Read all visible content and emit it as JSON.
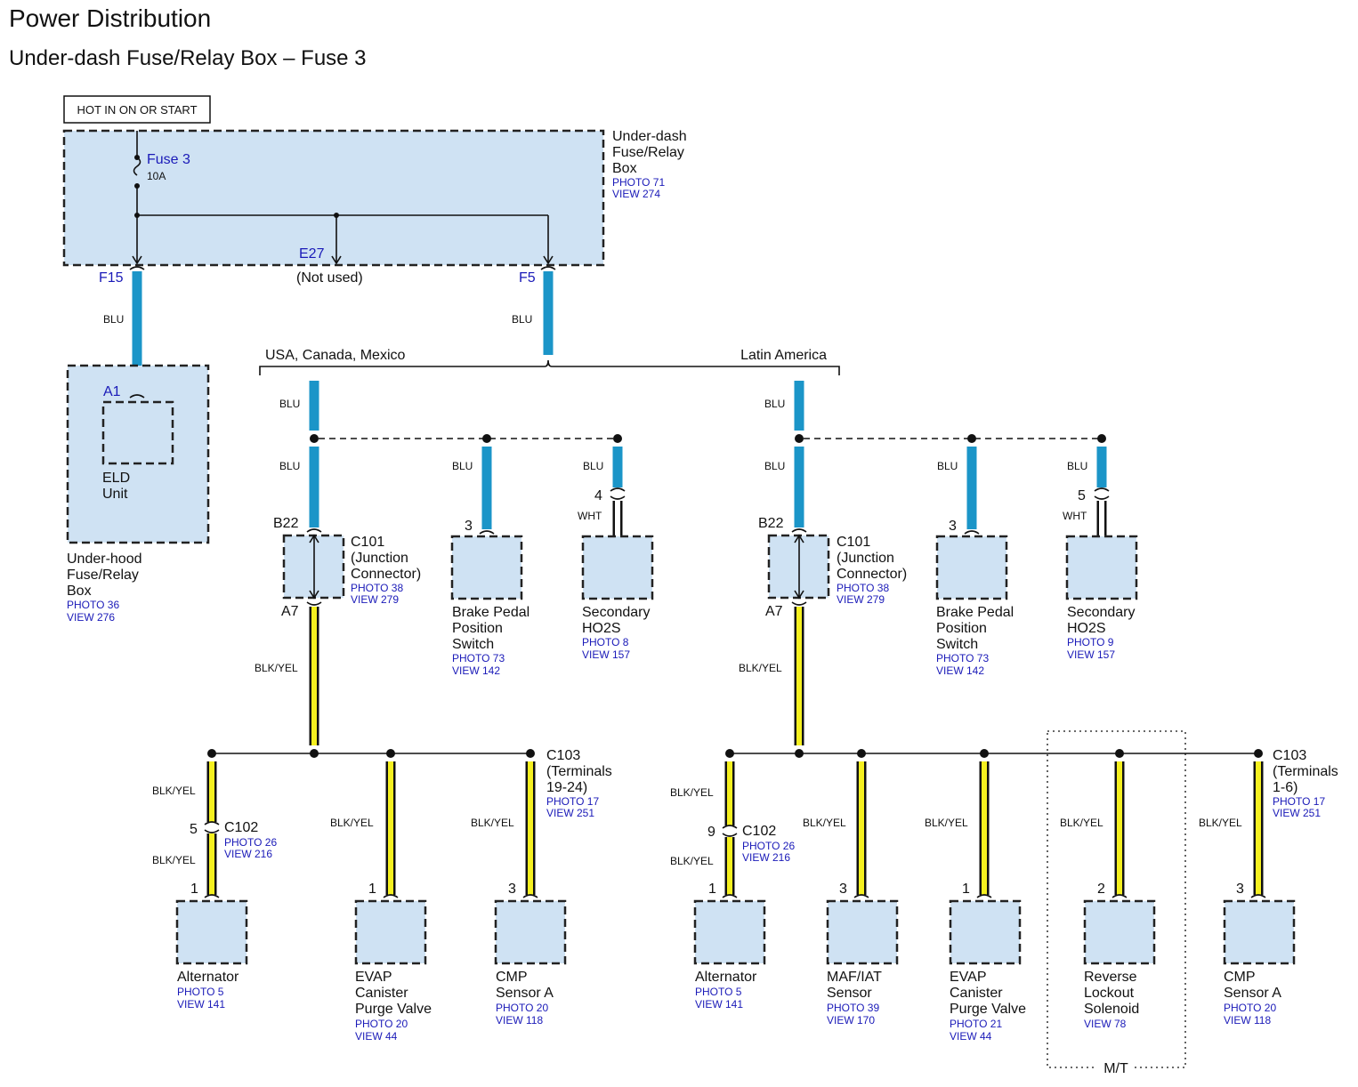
{
  "header": {
    "title": "Power Distribution",
    "subtitle": "Under-dash Fuse/Relay Box – Fuse 3"
  },
  "hot_label": "HOT IN ON OR START",
  "fuse_box": {
    "name": [
      "Under-dash",
      "Fuse/Relay",
      "Box"
    ],
    "photo": "PHOTO 71",
    "view": "VIEW 274",
    "fuse_name": "Fuse 3",
    "fuse_rating": "10A",
    "pin_f15": "F15",
    "pin_e27": "E27",
    "e27_note": "(Not used)",
    "pin_f5": "F5"
  },
  "wire_colors": {
    "blu": "BLU",
    "blkyel": "BLK/YEL",
    "wht": "WHT"
  },
  "colors": {
    "blue_wire": "#1b95c8",
    "yellow_wire": "#f5f020",
    "component_fill": "#cfe2f3",
    "ref_text": "#1a1ab8"
  },
  "eld": {
    "pin": "A1",
    "name": [
      "ELD",
      "Unit"
    ],
    "container": [
      "Under-hood",
      "Fuse/Relay",
      "Box"
    ],
    "photo": "PHOTO 36",
    "view": "VIEW 276"
  },
  "regions": {
    "left": "USA, Canada, Mexico",
    "right": "Latin America",
    "mt": "M/T"
  },
  "left_branch": {
    "c101": {
      "pin_top": "B22",
      "pin_bottom": "A7",
      "name": [
        "C101",
        "(Junction",
        "Connector)"
      ],
      "photo": "PHOTO 38",
      "view": "VIEW 279"
    },
    "brake": {
      "pin": "3",
      "name": [
        "Brake Pedal",
        "Position",
        "Switch"
      ],
      "photo": "PHOTO 73",
      "view": "VIEW 142"
    },
    "ho2s": {
      "pin": "4",
      "name": [
        "Secondary",
        "HO2S"
      ],
      "photo": "PHOTO 8",
      "view": "VIEW 157"
    },
    "c102": {
      "pin": "5",
      "name": "C102",
      "photo": "PHOTO 26",
      "view": "VIEW 216"
    },
    "c103": {
      "name": [
        "C103",
        "(Terminals",
        "19-24)"
      ],
      "photo": "PHOTO 17",
      "view": "VIEW 251"
    },
    "alternator": {
      "pin": "1",
      "name": [
        "Alternator"
      ],
      "photo": "PHOTO 5",
      "view": "VIEW 141"
    },
    "evap": {
      "pin": "1",
      "name": [
        "EVAP",
        "Canister",
        "Purge Valve"
      ],
      "photo": "PHOTO 20",
      "view": "VIEW 44"
    },
    "cmp": {
      "pin": "3",
      "name": [
        "CMP",
        "Sensor A"
      ],
      "photo": "PHOTO 20",
      "view": "VIEW 118"
    }
  },
  "right_branch": {
    "c101": {
      "pin_top": "B22",
      "pin_bottom": "A7",
      "name": [
        "C101",
        "(Junction",
        "Connector)"
      ],
      "photo": "PHOTO 38",
      "view": "VIEW 279"
    },
    "brake": {
      "pin": "3",
      "name": [
        "Brake Pedal",
        "Position",
        "Switch"
      ],
      "photo": "PHOTO 73",
      "view": "VIEW 142"
    },
    "ho2s": {
      "pin": "5",
      "name": [
        "Secondary",
        "HO2S"
      ],
      "photo": "PHOTO 9",
      "view": "VIEW 157"
    },
    "c102": {
      "pin": "9",
      "name": "C102",
      "photo": "PHOTO 26",
      "view": "VIEW 216"
    },
    "c103": {
      "name": [
        "C103",
        "(Terminals",
        "1-6)"
      ],
      "photo": "PHOTO 17",
      "view": "VIEW 251"
    },
    "alternator": {
      "pin": "1",
      "name": [
        "Alternator"
      ],
      "photo": "PHOTO 5",
      "view": "VIEW 141"
    },
    "maf": {
      "pin": "3",
      "name": [
        "MAF/IAT",
        "Sensor"
      ],
      "photo": "PHOTO 39",
      "view": "VIEW 170"
    },
    "evap": {
      "pin": "1",
      "name": [
        "EVAP",
        "Canister",
        "Purge Valve"
      ],
      "photo": "PHOTO 21",
      "view": "VIEW 44"
    },
    "reverse": {
      "pin": "2",
      "name": [
        "Reverse",
        "Lockout",
        "Solenoid"
      ],
      "view": "VIEW 78"
    },
    "cmp": {
      "pin": "3",
      "name": [
        "CMP",
        "Sensor A"
      ],
      "photo": "PHOTO 20",
      "view": "VIEW 118"
    }
  }
}
